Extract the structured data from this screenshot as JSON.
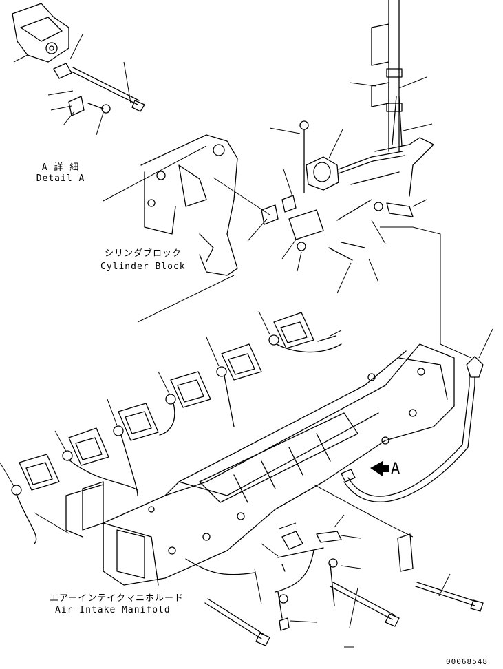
{
  "labels": {
    "detail_a_jp": "A 詳 細",
    "detail_a_en": "Detail A",
    "cylinder_block_jp": "シリンダブロック",
    "cylinder_block_en": "Cylinder Block",
    "manifold_jp": "エアーインテイクマニホルード",
    "manifold_en": "Air Intake Manifold",
    "view_marker": "A",
    "drawing_number": "00068548"
  },
  "heater_count": 6,
  "colors": {
    "line": "#000000",
    "background": "#ffffff"
  }
}
